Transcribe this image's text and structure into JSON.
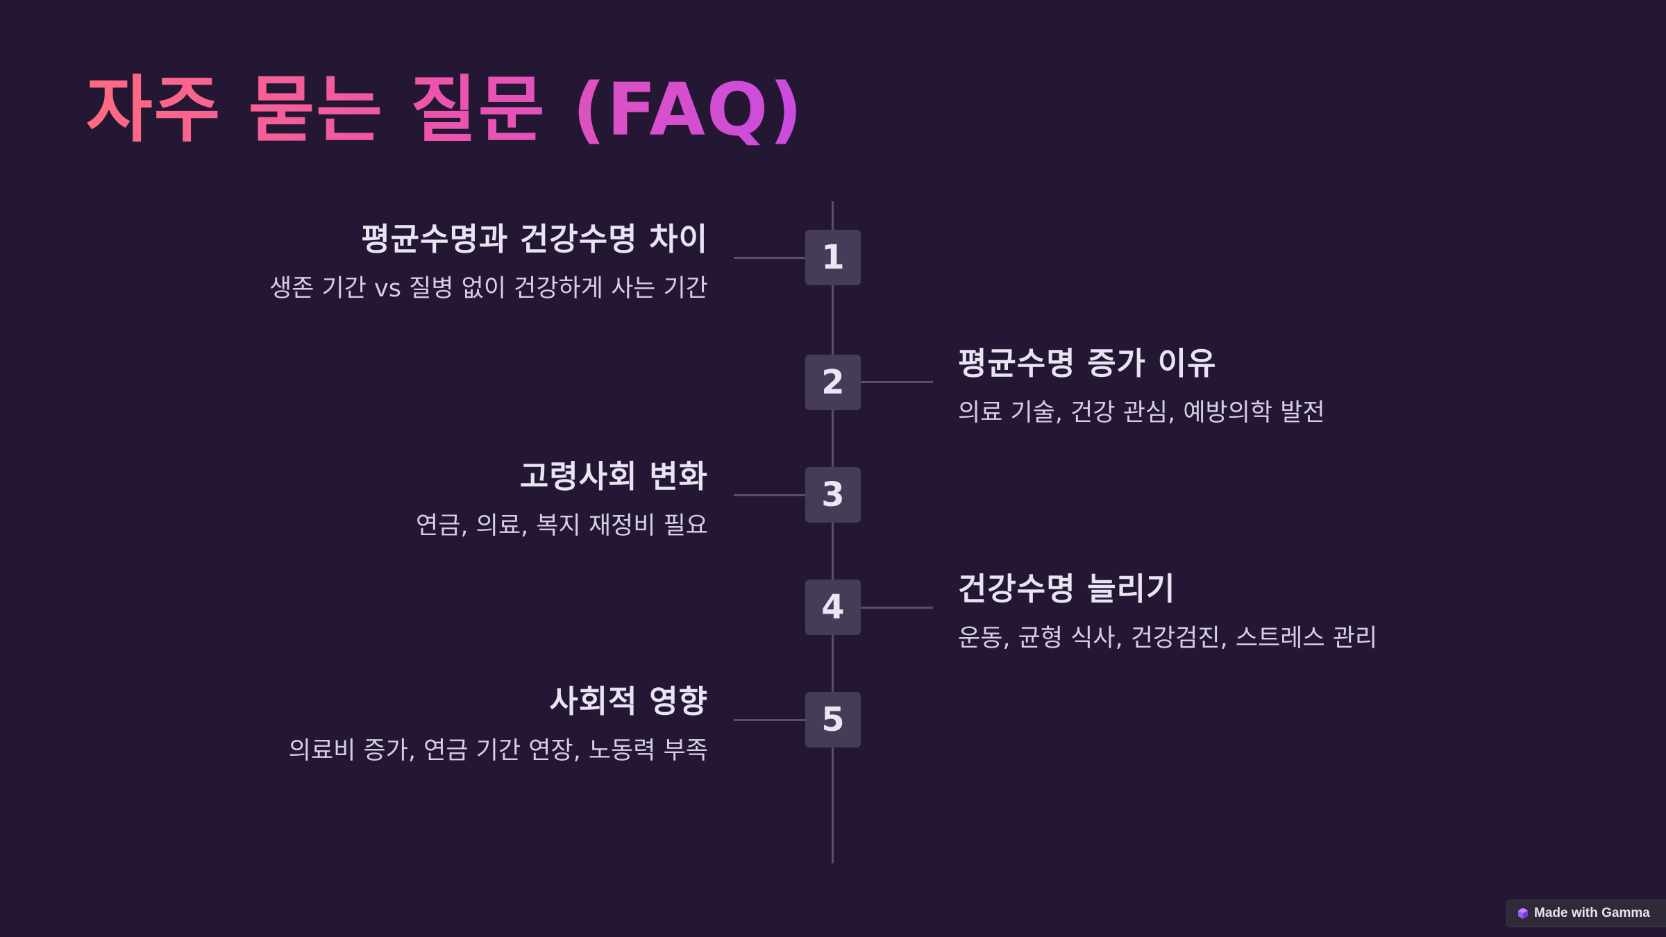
{
  "title": "자주 묻는 질문 (FAQ)",
  "items": [
    {
      "number": "1",
      "title": "평균수명과 건강수명 차이",
      "description": "생존 기간 vs 질병 없이 건강하게 사는 기간",
      "side": "left"
    },
    {
      "number": "2",
      "title": "평균수명 증가 이유",
      "description": "의료 기술, 건강 관심, 예방의학 발전",
      "side": "right"
    },
    {
      "number": "3",
      "title": "고령사회 변화",
      "description": "연금, 의료, 복지 재정비 필요",
      "side": "left"
    },
    {
      "number": "4",
      "title": "건강수명 늘리기",
      "description": "운동, 균형 식사, 건강검진, 스트레스 관리",
      "side": "right"
    },
    {
      "number": "5",
      "title": "사회적 영향",
      "description": "의료비 증가, 연금 기간 연장, 노동력 부족",
      "side": "left"
    }
  ],
  "badge": {
    "label": "Made with Gamma",
    "icon": "gamma-logo-icon"
  },
  "colors": {
    "background": "#241733",
    "title_gradient_start": "#ff6b80",
    "title_gradient_end": "#c94ce0",
    "marker": "#463c57",
    "line": "#5a4f69"
  }
}
